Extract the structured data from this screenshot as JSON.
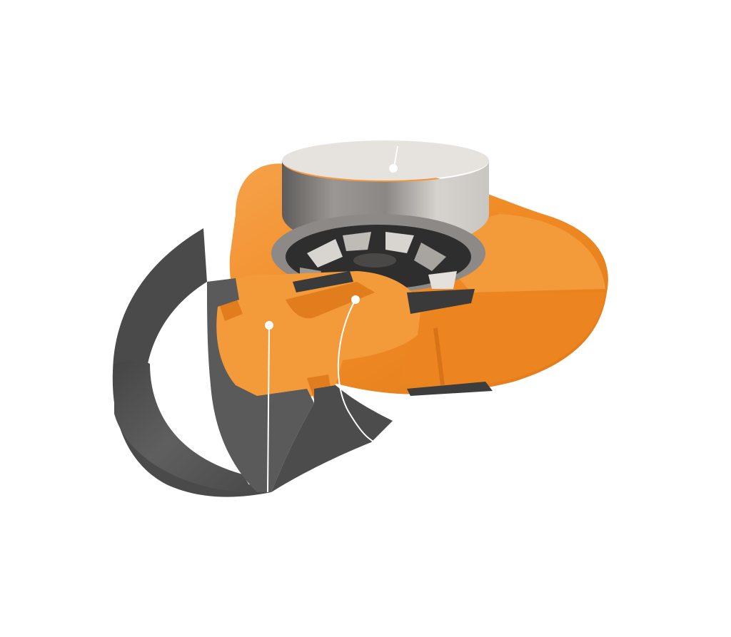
{
  "colors": {
    "background": "#ffffff",
    "housing_orange": "#f08a24",
    "housing_orange_dark": "#d9731a",
    "housing_orange_light": "#f6a24a",
    "eartip_gray": "#5b5b5b",
    "eartip_gray_dark": "#3f3f3f",
    "eartip_gray_light": "#707070",
    "driver_metal": "#b9b6b2",
    "driver_metal_dark": "#6a6866",
    "callout_line": "#ffffff"
  },
  "callouts": [
    {
      "target": "driver",
      "label": ""
    },
    {
      "target": "sound-tube",
      "label": ""
    },
    {
      "target": "eartip",
      "label": ""
    }
  ]
}
